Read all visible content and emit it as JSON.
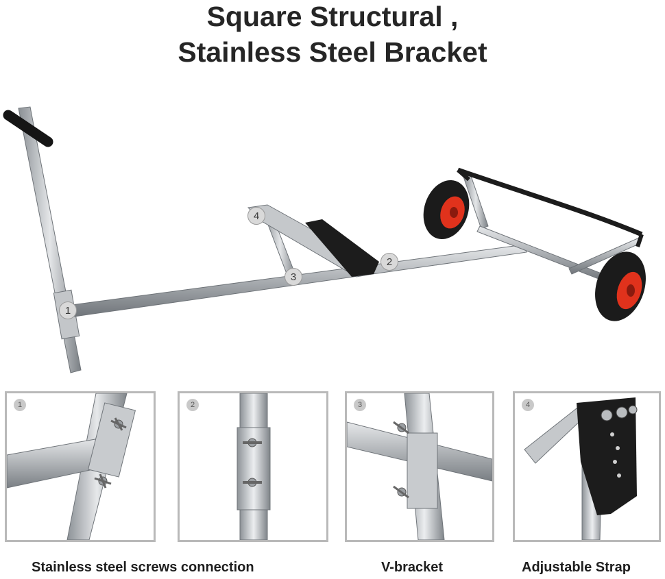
{
  "heading": {
    "line1": "Square Structural ,",
    "line2": "Stainless Steel Bracket"
  },
  "callouts": [
    "1",
    "2",
    "3",
    "4"
  ],
  "details": [
    {
      "badge": "1"
    },
    {
      "badge": "2"
    },
    {
      "badge": "3"
    },
    {
      "badge": "4"
    }
  ],
  "captions": {
    "screws": "Stainless steel screws connection",
    "vbracket": "V-bracket",
    "strap": "Adjustable Strap"
  },
  "colors": {
    "steel": "#b8bcc0",
    "steel_dark": "#7d8287",
    "tire": "#1b1b1b",
    "hub": "#e0321c",
    "strap": "#1c1c1c",
    "frame": "#b9b9b9"
  }
}
